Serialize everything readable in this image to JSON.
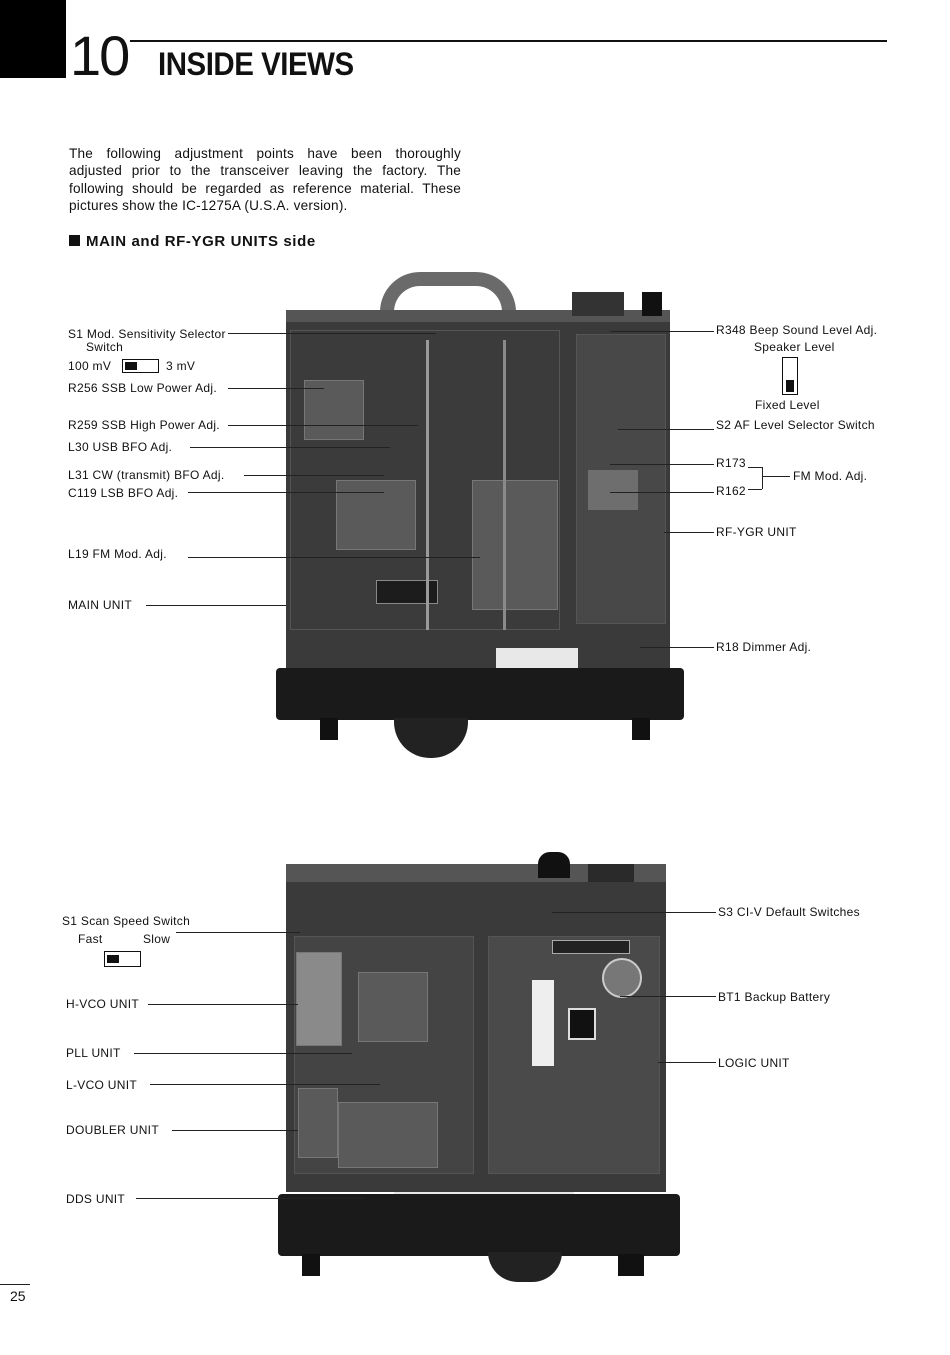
{
  "header": {
    "chapter_number": "10",
    "chapter_title": "INSIDE VIEWS"
  },
  "intro": {
    "text": "The following adjustment points have been thoroughly adjusted prior to the transceiver leaving the factory. The following should be regarded as reference material. These pictures show the IC-1275A (U.S.A. version)."
  },
  "section": {
    "heading": "MAIN and RF-YGR UNITS side"
  },
  "top_photo": {
    "labels_left": {
      "s1_mod": "S1 Mod. Sensitivity Selector",
      "s1_mod_switch": "Switch",
      "s1_left_value": "100 mV",
      "s1_right_value": "3 mV",
      "r256": "R256 SSB Low Power Adj.",
      "r259": "R259 SSB High Power Adj.",
      "l30": "L30 USB BFO Adj.",
      "l31": "L31 CW (transmit) BFO Adj.",
      "c119": "C119 LSB BFO Adj.",
      "l19": "L19 FM Mod. Adj.",
      "main_unit": "MAIN UNIT"
    },
    "labels_right": {
      "r348": "R348 Beep Sound Level Adj.",
      "speaker_level": "Speaker Level",
      "fixed_level": "Fixed Level",
      "s2": "S2 AF Level Selector Switch",
      "r173": "R173",
      "r162": "R162",
      "fm_mod": "FM Mod. Adj.",
      "rf_ygr": "RF-YGR UNIT",
      "r18": "R18 Dimmer Adj."
    }
  },
  "bottom_photo": {
    "labels_left": {
      "s1_scan": "S1 Scan Speed Switch",
      "fast": "Fast",
      "slow": "Slow",
      "h_vco": "H-VCO UNIT",
      "pll": "PLL UNIT",
      "l_vco": "L-VCO UNIT",
      "doubler": "DOUBLER UNIT",
      "dds": "DDS UNIT"
    },
    "labels_right": {
      "s3": "S3 CI-V Default Switches",
      "bt1": "BT1 Backup Battery",
      "logic": "LOGIC UNIT"
    }
  },
  "footer": {
    "page_number": "25"
  }
}
